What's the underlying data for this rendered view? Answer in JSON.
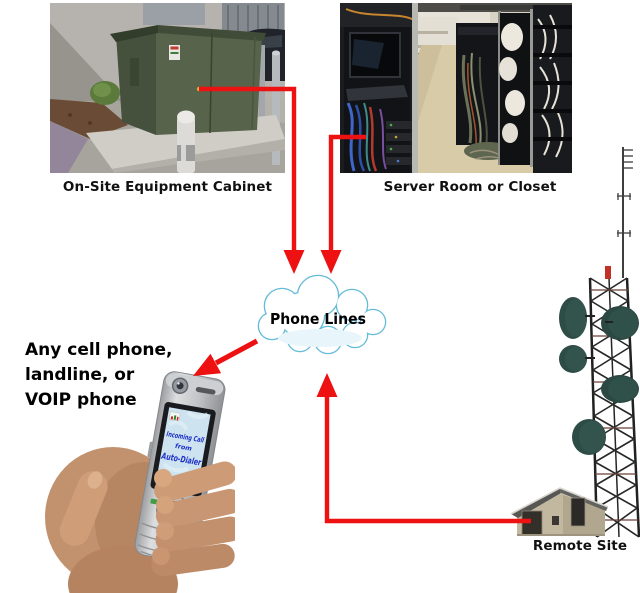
{
  "canvas": {
    "background": "#ffffff"
  },
  "cabinet": {
    "caption": "On-Site Equipment Cabinet"
  },
  "server_room": {
    "caption": "Server Room or Closet"
  },
  "cloud": {
    "label": "Phone Lines"
  },
  "phone": {
    "label": {
      "line1": "Any cell phone,",
      "line2": "landline, or",
      "line3": "VOIP phone"
    },
    "screen": {
      "line1": "Incoming Call",
      "line2": "from",
      "line3": "Auto-Dialer"
    }
  },
  "remote_site": {
    "caption": "Remote Site"
  },
  "connections": [
    {
      "from": "on-site-equipment-cabinet",
      "to": "phone-lines-cloud"
    },
    {
      "from": "server-room-or-closet",
      "to": "phone-lines-cloud"
    },
    {
      "from": "phone-lines-cloud",
      "to": "cell-phone"
    },
    {
      "from": "remote-site",
      "to": "phone-lines-cloud"
    }
  ],
  "colors": {
    "arrow": "#ee1111",
    "cloud_outline": "#66bcd8",
    "caption": "#111111",
    "phone_screen_text": "#1e2fc8"
  }
}
